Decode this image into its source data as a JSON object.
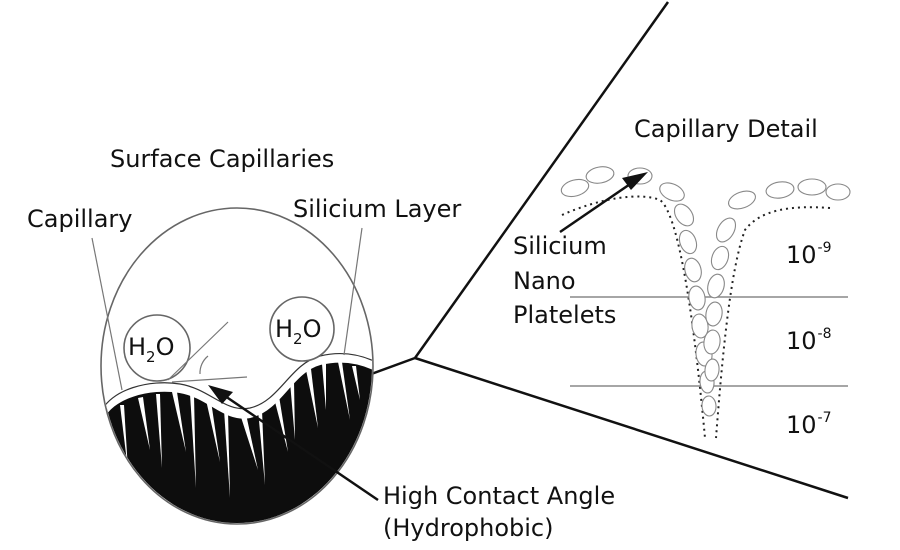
{
  "labels": {
    "capillary_detail": "Capillary Detail",
    "surface_capillaries": "Surface Capillaries",
    "capillary": "Capillary",
    "silicium_layer": "Silicium Layer",
    "silicium_nano_1": "Silicium",
    "silicium_nano_2": "Nano",
    "silicium_nano_3": "Platelets",
    "h2o_left": {
      "base": "H",
      "sub": "2",
      "rest": "O"
    },
    "h2o_right": {
      "base": "H",
      "sub": "2",
      "rest": "O"
    },
    "contact_angle_1": "High Contact Angle",
    "contact_angle_2": "(Hydrophobic)"
  },
  "scale": [
    {
      "base": "10",
      "exp": "-9"
    },
    {
      "base": "10",
      "exp": "-8"
    },
    {
      "base": "10",
      "exp": "-7"
    }
  ],
  "colors": {
    "ink": "#111111",
    "fill": "#0d0d0d",
    "line": "#555555"
  }
}
